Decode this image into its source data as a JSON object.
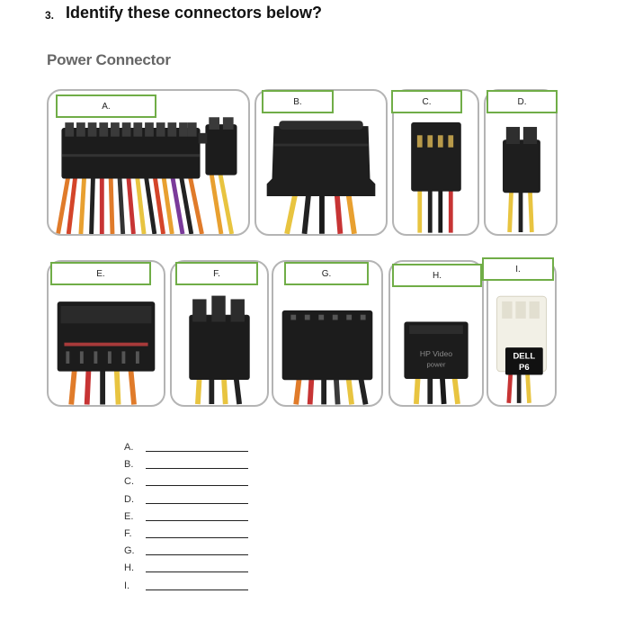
{
  "question": {
    "number": "3.",
    "text": "Identify these connectors below?"
  },
  "section_title": "Power Connector",
  "connectors": [
    {
      "label": "A."
    },
    {
      "label": "B."
    },
    {
      "label": "C."
    },
    {
      "label": "D."
    },
    {
      "label": "E."
    },
    {
      "label": "F."
    },
    {
      "label": "G."
    },
    {
      "label": "H."
    },
    {
      "label": "I."
    }
  ],
  "embossed_text": {
    "h_line1": "HP Video",
    "h_line2": "power",
    "i_line1": "DELL",
    "i_line2": "P6"
  },
  "answers": [
    {
      "label": "A."
    },
    {
      "label": "B."
    },
    {
      "label": "C."
    },
    {
      "label": "D."
    },
    {
      "label": "E."
    },
    {
      "label": "F."
    },
    {
      "label": "G."
    },
    {
      "label": "H."
    },
    {
      "label": "I."
    }
  ],
  "colors": {
    "label_border": "#70ad47",
    "card_border": "#b4b4b4"
  }
}
